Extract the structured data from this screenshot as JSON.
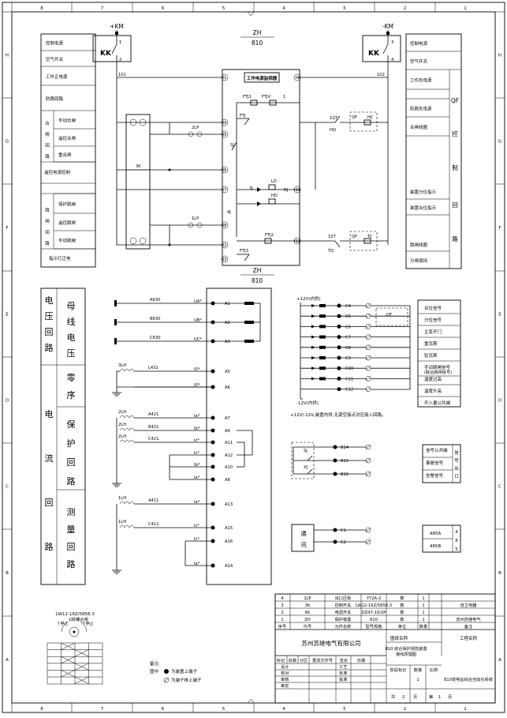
{
  "frame": {
    "cols": [
      "8",
      "7",
      "6",
      "5",
      "4",
      "3",
      "2",
      "1"
    ],
    "rows": [
      "1",
      "2",
      "3",
      "4",
      "5",
      "6",
      "7",
      "8"
    ],
    "row_letters": [
      "H",
      "G",
      "F",
      "E",
      "D",
      "C",
      "B",
      "A"
    ]
  },
  "top_section": {
    "title_code": "ZH",
    "title_num": "810",
    "bottom_code": "ZH",
    "bottom_num": "810",
    "left_bus": "+KM",
    "right_bus": "-KM",
    "left_switch": "KK",
    "right_switch": "KK",
    "pin_l1": "1",
    "pin_l2": "2",
    "pin_r3": "3",
    "pin_r4": "4",
    "net_101": "101",
    "net_102": "102",
    "module_title": "工作电源监视器",
    "left_labels": [
      "控制电源",
      "空气开关",
      "工作正电源",
      "防跳回路"
    ],
    "close_group": "合闸回路",
    "close_items": [
      "手动合闸",
      "遥控合闸",
      "重合闸"
    ],
    "remote_power": "遥控电源控制",
    "trip_group": "跳闸回路",
    "trip_items": [
      "保护跳闸",
      "遥控跳闸",
      "手动跳闸"
    ],
    "indicator": "指示灯正电",
    "right_labels": [
      "控制电源",
      "空气开关",
      "工作负电源",
      "防跳负电源",
      "合闸线圈",
      "装置分位指示",
      "装置合位指示",
      "跳闸线圈",
      "分闸保持"
    ],
    "qf_group": [
      "QF",
      "控",
      "制",
      "回",
      "路"
    ],
    "terminals_left": [
      "I1",
      "I9",
      "I5",
      "I6",
      "I7",
      "I8",
      "I2",
      "I3"
    ],
    "terminals_right": [
      "I4",
      "I10",
      "I12"
    ],
    "comp": [
      "FTJ1",
      "FTJV",
      "FTJ",
      "FTJH",
      "2LP",
      "1LP",
      "SJ",
      "LD",
      "HD",
      "3J",
      "4J",
      "RJ",
      "1GT",
      "HQ",
      "QF",
      "HC",
      "1ST",
      "TQ",
      "QF",
      "TC",
      "FTJ2",
      "FTJ3",
      "R",
      "8",
      "3K",
      "3J",
      "1",
      "2",
      "1",
      "2"
    ]
  },
  "analog": {
    "v_group": "电压回路",
    "bus_label": [
      "母",
      "线",
      "电",
      "压"
    ],
    "i_group": [
      "电",
      "流",
      "回",
      "路"
    ],
    "zero_seq": [
      "零",
      "序"
    ],
    "prot": [
      "保",
      "护",
      "回",
      "路"
    ],
    "meas": [
      "测",
      "量",
      "回",
      "路"
    ],
    "v_lines": [
      {
        "wire": "A630",
        "tag": "UA",
        "term": "A1"
      },
      {
        "wire": "B630",
        "tag": "UB",
        "term": "A2"
      },
      {
        "wire": "C630",
        "tag": "UC",
        "term": "A3"
      }
    ],
    "zero_lines": [
      {
        "ct": "3LH",
        "wire": "L431",
        "tag": "I0",
        "term": "A5"
      },
      {
        "ct": "",
        "wire": "",
        "tag": "I0",
        "term": "A6"
      }
    ],
    "prot_lines": [
      {
        "ct": "2LH",
        "wire": "A421",
        "tag": "Ia",
        "term": "A7"
      },
      {
        "ct": "2LH",
        "wire": "B421",
        "tag": "Ib",
        "term": "A9"
      },
      {
        "ct": "2LH",
        "wire": "C421",
        "tag": "Ic",
        "term": "A11"
      },
      {
        "ct": "",
        "wire": "",
        "tag": "Ic",
        "term": "A12"
      },
      {
        "ct": "",
        "wire": "",
        "tag": "Ib",
        "term": "A10"
      },
      {
        "ct": "",
        "wire": "",
        "tag": "Ia",
        "term": "A8"
      }
    ],
    "meas_lines": [
      {
        "ct": "1LH",
        "wire": "A411",
        "tag": "Ia",
        "term": "A13"
      },
      {
        "ct": "1LH",
        "wire": "C411",
        "tag": "Ic",
        "term": "A15"
      },
      {
        "ct": "",
        "wire": "",
        "tag": "Ic",
        "term": "A16"
      },
      {
        "ct": "",
        "wire": "",
        "tag": "Ia",
        "term": "A14"
      }
    ]
  },
  "digital": {
    "supply_pos": "+12V(内供)",
    "supply_neg": "-12V(内供)",
    "note": "+12V/-12V,装置内供,无源空接点对应接入回路。",
    "terms": [
      "C4",
      "C5",
      "C6",
      "C7",
      "C8",
      "C9",
      "C10",
      "C11",
      "C12"
    ],
    "signals": [
      "合位信号",
      "分位信号",
      "主变开门",
      "重瓦斯",
      "轻瓦斯",
      "手动跳闸信号",
      "温度过高",
      "温度升高",
      "开入量公共端"
    ],
    "signal_sub": "(联合跳闸信号)",
    "qf": "QF",
    "relay_terms": [
      "B14",
      "B15",
      "B16"
    ],
    "relay_tags": [
      "SJ",
      "XJ"
    ],
    "relay_signals": [
      "信号公共端",
      "事故信号",
      "告警信号"
    ],
    "relay_group": [
      "信",
      "号",
      "出",
      "口"
    ],
    "comm_label": [
      "通",
      "讯"
    ],
    "comm_terms": [
      "C1",
      "C2"
    ],
    "comm_signals": [
      "485A",
      "485B"
    ],
    "comm_group": [
      "4",
      "8",
      "5"
    ]
  },
  "legend": {
    "device": "1W12-16Z/5858.3",
    "marks": [
      "↑停止",
      "1跳闸",
      "2合闸",
      "↑停止"
    ],
    "note_title": "备注:",
    "note1": "图中",
    "note1_text": "为装置上端子",
    "note2_text": "为端子排上端子"
  },
  "parts_table": {
    "rows": [
      [
        "4",
        "1LP",
        "出口压板",
        "YY2A-2",
        "数",
        "1",
        ""
      ],
      [
        "3",
        "3K",
        "控制开关",
        "LW12-16Z/5858.3",
        "数",
        "1",
        "自立电器"
      ],
      [
        "2",
        "KK",
        "电源开关",
        "DZ47-10/2P",
        "数",
        "1",
        ""
      ],
      [
        "1",
        "ZH",
        "保护装置",
        "810",
        "数",
        "1",
        "苏州苏继电气"
      ]
    ],
    "header": [
      "序号",
      "代号",
      "元件名称",
      "型号规格",
      "单位",
      "数量",
      "备注"
    ]
  },
  "title_block": {
    "company": "苏州苏继电气有限公司",
    "drawing_name_label": "图纸名称",
    "drawing_name_1": "810 综合保护测控装置",
    "drawing_name_2": "接线原理图",
    "project_label": "工程名称",
    "project": "810变电站综合自动化系统",
    "rev_header": [
      "标记",
      "处数",
      "分区",
      "更改文件号",
      "签名",
      "日期"
    ],
    "roles": [
      "设计",
      "校对",
      "审核",
      "审定"
    ],
    "roles2": [
      "工艺",
      "标准",
      "批准"
    ],
    "stage": "阶段标记",
    "qty": "数量",
    "qty_val": "1",
    "scale": "比例",
    "sheet_total_label": "共",
    "sheet_total": "2",
    "sheet_label": "页",
    "sheet_no_label": "第",
    "sheet_no": "1",
    "sheet_no_suffix": "页"
  }
}
